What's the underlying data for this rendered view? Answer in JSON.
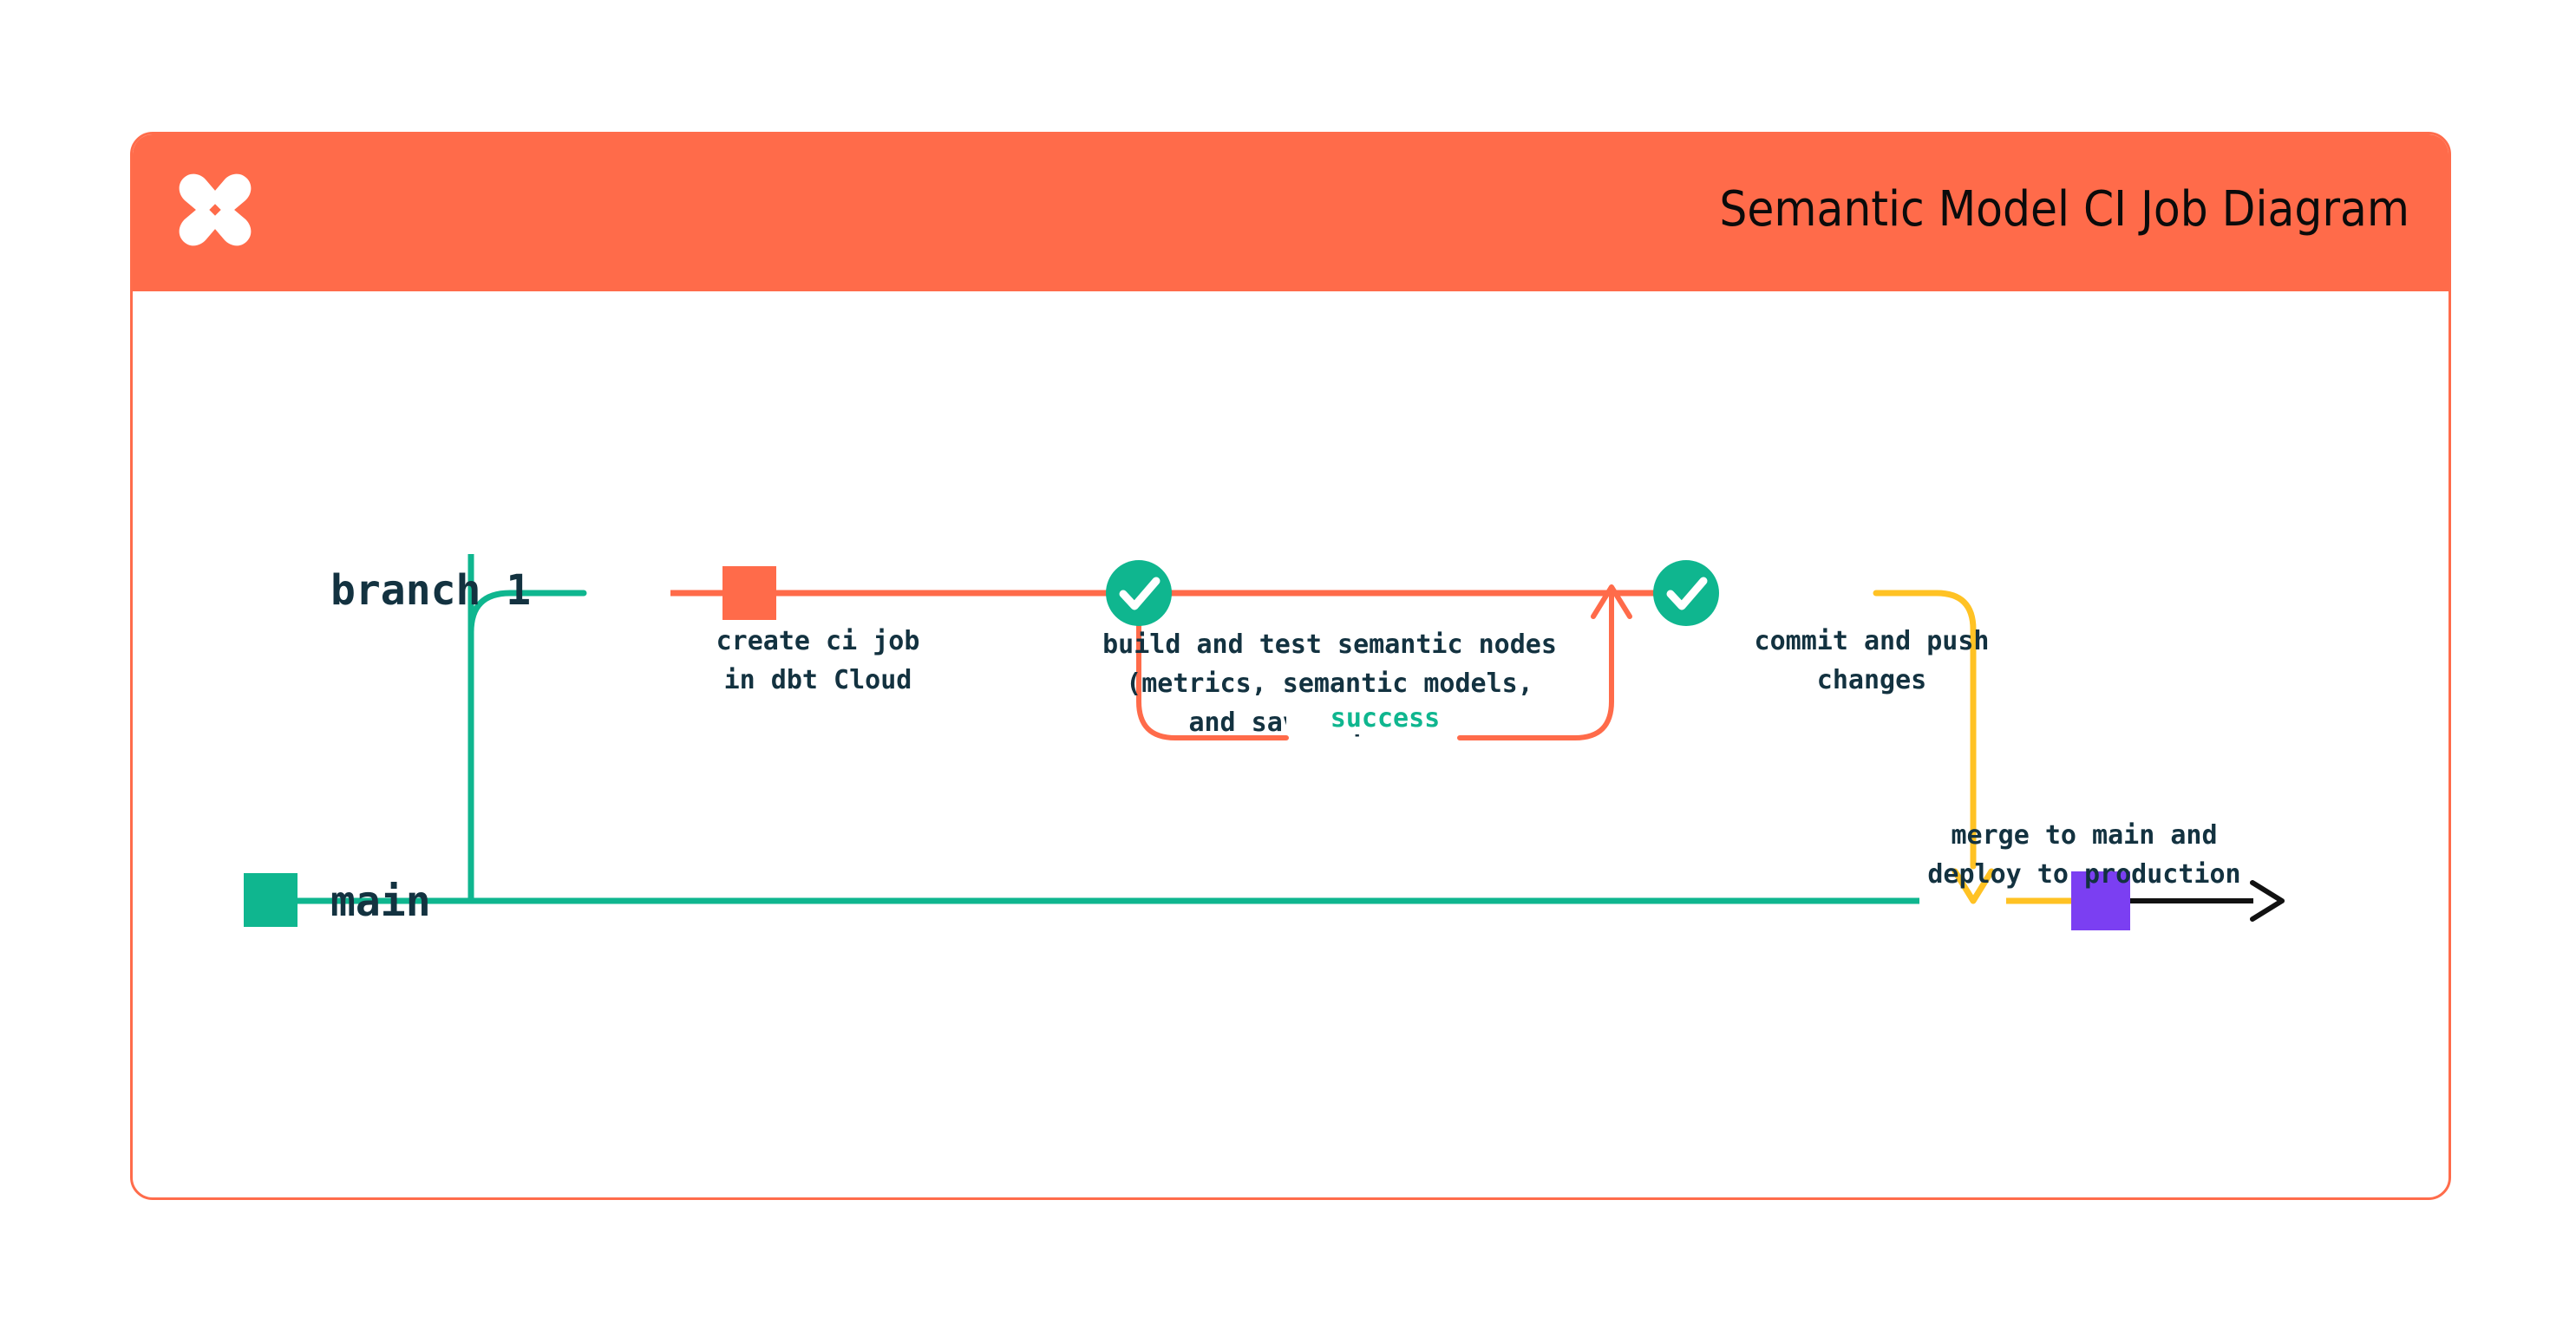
{
  "card": {
    "title": "Semantic Model CI Job Diagram",
    "logo_icon": "dbt-x-logo-icon",
    "header_color": "#FF6B4A",
    "border_color": "#FF6C4B"
  },
  "diagram": {
    "type": "git-branch-flow",
    "rows": [
      {
        "id": "branch1",
        "label": "branch 1",
        "line_color": "#FF6B4A"
      },
      {
        "id": "main",
        "label": "main",
        "line_color": "#0FB68F"
      }
    ],
    "nodes": [
      {
        "id": "create-ci-job",
        "marker": "square",
        "marker_color": "#FF6B4A",
        "row": "branch1",
        "caption": "create ci job\nin dbt Cloud"
      },
      {
        "id": "build-and-test",
        "marker": "check-circle",
        "marker_color": "#0FB68F",
        "row": "branch1",
        "caption": "build and test semantic nodes\n(metrics, semantic models,\nand saved queries)"
      },
      {
        "id": "commit-and-push",
        "marker": "check-circle",
        "marker_color": "#0FB68F",
        "row": "branch1",
        "caption": "commit and push\nchanges"
      },
      {
        "id": "merge-to-main",
        "marker": "square",
        "marker_color": "#7B3FF2",
        "row": "main",
        "caption": "merge to main and\ndeploy to production"
      }
    ],
    "edges": [
      {
        "id": "ci-loop",
        "label": "success",
        "label_color": "#0FB68F",
        "color": "#FF6B4A",
        "arrow": "up"
      },
      {
        "id": "merge-edge",
        "label": "",
        "color": "#FFC224",
        "arrow": "down"
      },
      {
        "id": "main-continues",
        "label": "",
        "color": "#111111",
        "arrow": "right"
      }
    ],
    "colors": {
      "orange": "#FF6B4A",
      "teal": "#0FB68F",
      "yellow": "#FFC224",
      "purple": "#7B3FF2",
      "navy": "#133240",
      "black": "#111111"
    }
  }
}
